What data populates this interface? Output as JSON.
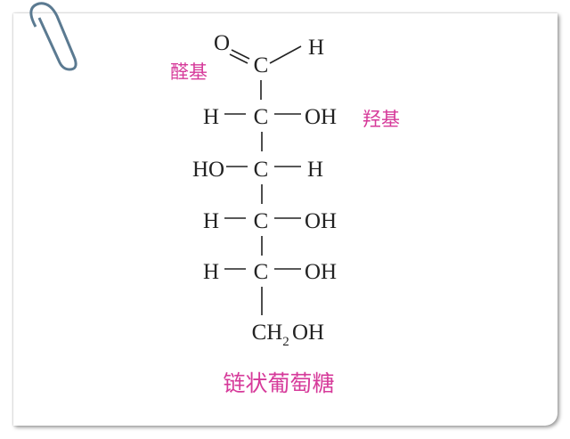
{
  "labels": {
    "aldehyde_group": "醛基",
    "hydroxyl_group": "羟基",
    "title": "链状葡萄糖"
  },
  "atoms": {
    "c1": {
      "o": "O",
      "c": "C",
      "h": "H"
    },
    "rows": [
      {
        "left": "H",
        "c": "C",
        "right": "OH"
      },
      {
        "left": "HO",
        "c": "C",
        "right": "H"
      },
      {
        "left": "H",
        "c": "C",
        "right": "OH"
      },
      {
        "left": "H",
        "c": "C",
        "right": "OH"
      }
    ],
    "c6": {
      "ch": "CH",
      "sub": "2",
      "oh": "OH"
    }
  },
  "colors": {
    "label": "#d63a9a",
    "paperclip": "#5b7a91"
  }
}
